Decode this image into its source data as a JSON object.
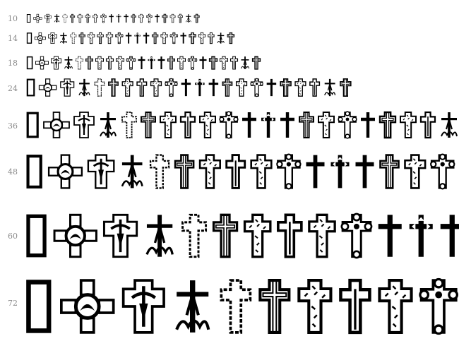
{
  "specimen": {
    "sizes": [
      "10",
      "14",
      "18",
      "24",
      "36",
      "48",
      "60",
      "72"
    ],
    "glyph_color": "#000000",
    "label_color": "#8a8a8a",
    "background": "#ffffff",
    "glyphs": [
      "box",
      "rayed-sun-cross",
      "crucifix-tablet",
      "crucifix-vines",
      "sketched-cross",
      "outlined-cross",
      "textured-cross",
      "inlaid-cross",
      "textured-cross",
      "ornate-cross",
      "filled-cross",
      "pointed-cross",
      "filled-cross",
      "outlined-cross",
      "textured-cross",
      "ornate-cross",
      "filled-cross",
      "boxed-cross",
      "textured-cross",
      "inlaid-cross",
      "crucifix-vines",
      "boxed-cross"
    ]
  }
}
